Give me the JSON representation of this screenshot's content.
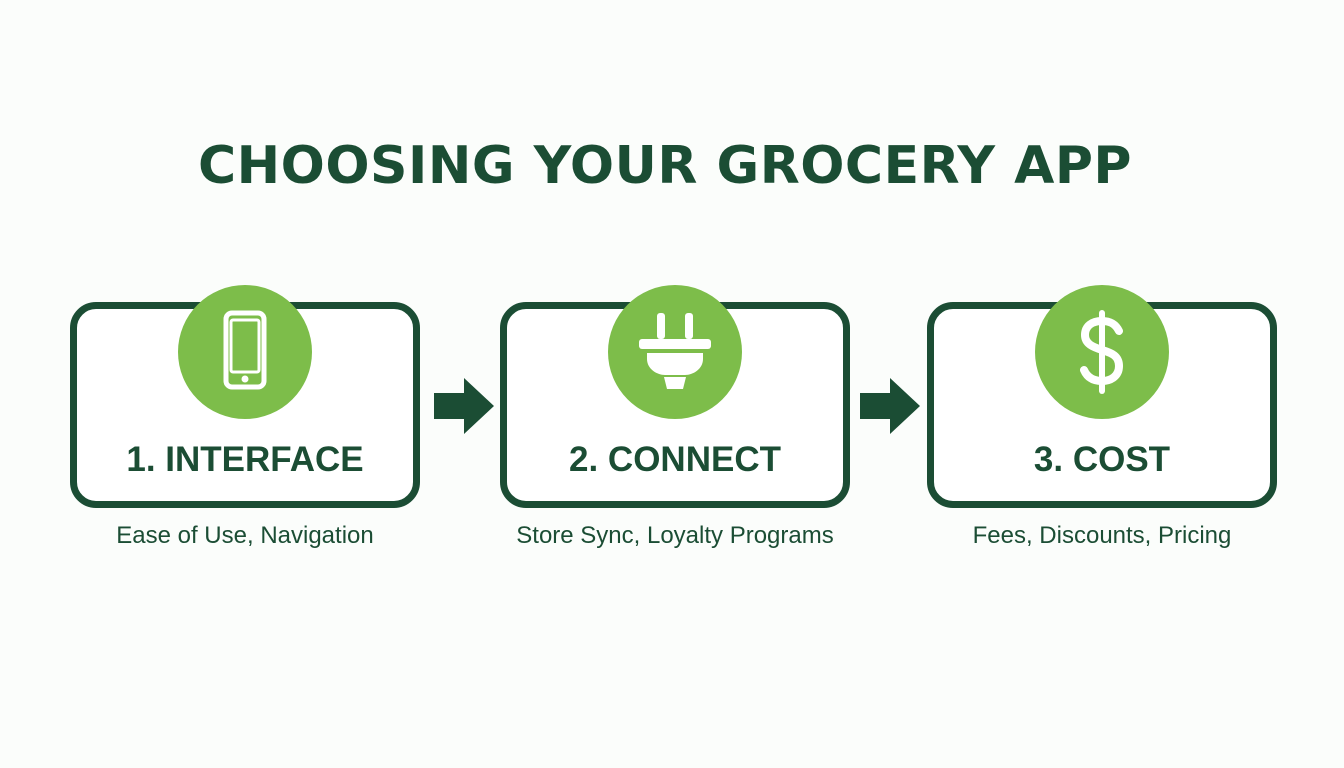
{
  "title": "CHOOSING YOUR GROCERY APP",
  "colors": {
    "dark_green": "#1b4d34",
    "light_green": "#7dbd4a",
    "background": "#fbfdfb"
  },
  "steps": [
    {
      "label": "1. INTERFACE",
      "caption": "Ease of Use, Navigation",
      "icon": "smartphone-icon"
    },
    {
      "label": "2. CONNECT",
      "caption": "Store Sync, Loyalty Programs",
      "icon": "plug-icon"
    },
    {
      "label": "3. COST",
      "caption": "Fees, Discounts, Pricing",
      "icon": "dollar-sign-icon"
    }
  ]
}
